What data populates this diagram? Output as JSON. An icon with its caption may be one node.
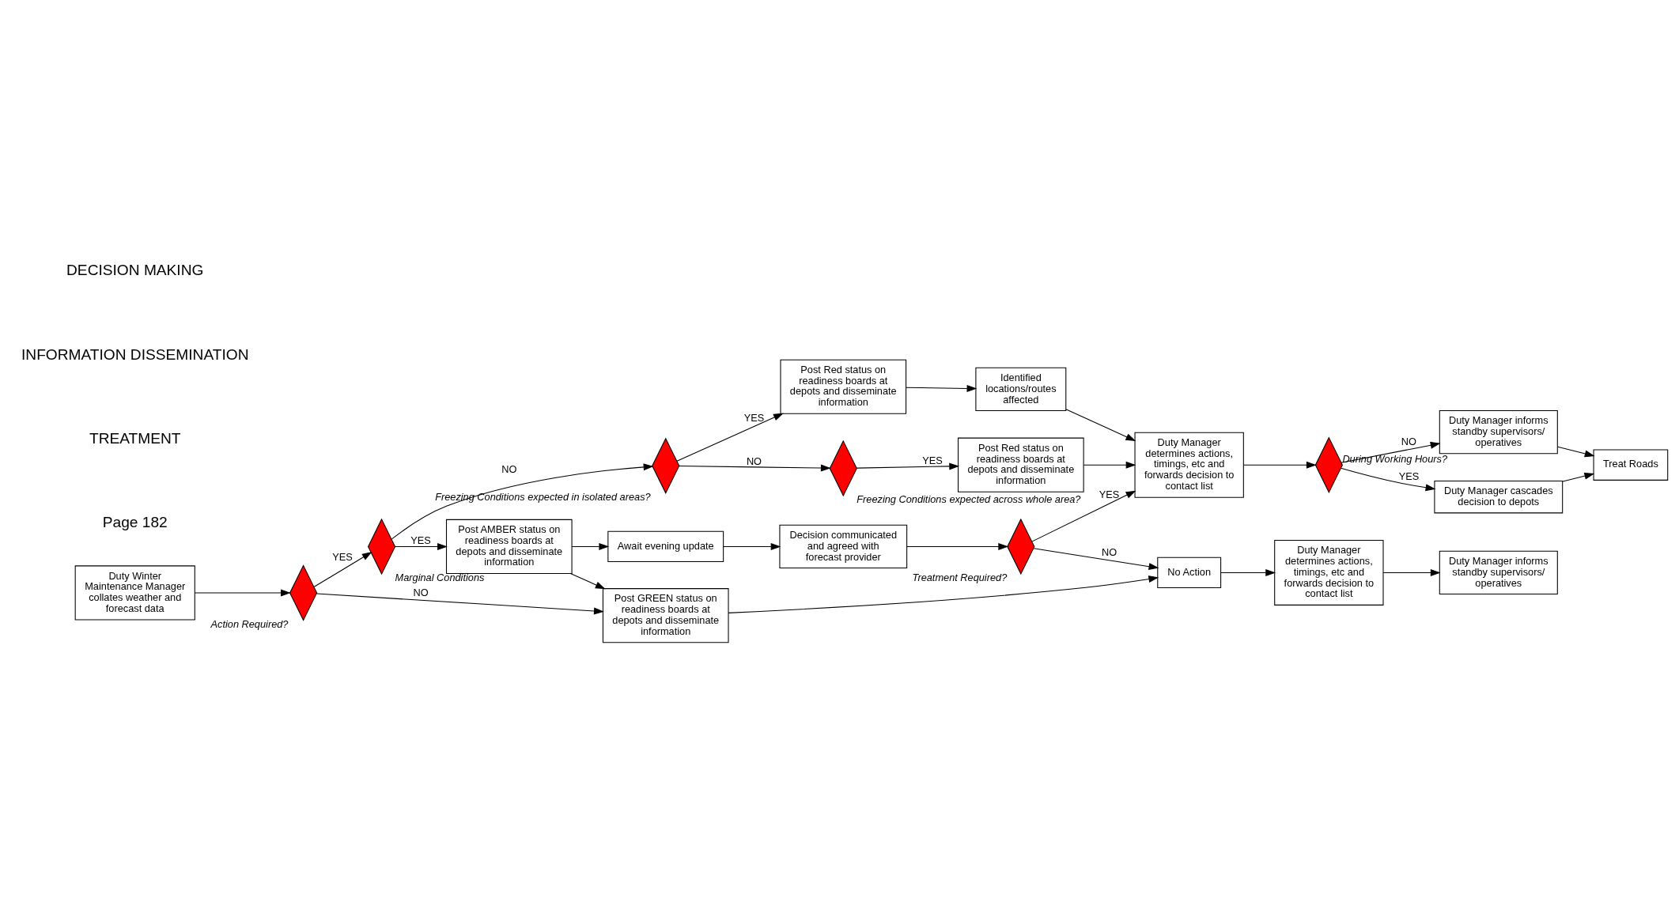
{
  "diagram": {
    "nodes": [
      {
        "text": [
          "Duty Winter Maintenance Manager collates weather and forecast data"
        ]
      },
      {
        "text": [],
        "shape": "diamond",
        "beside": [
          "Action Required?"
        ]
      },
      {
        "text": [],
        "shape": "diamond",
        "beside": [
          "Marginal Conditions"
        ]
      },
      {
        "text": [
          "Post GREEN status on readiness boards at depots and disseminate information"
        ]
      },
      {
        "text": [
          "Post AMBER status on readiness boards at depots and disseminate information"
        ]
      },
      {
        "text": [
          "Await evening update"
        ]
      },
      {
        "text": [
          "Decision communicated and agreed with forecast provider"
        ]
      },
      {
        "text": [
          "No Action"
        ]
      },
      {
        "text": [],
        "shape": "diamond",
        "beside": [
          "Treatment Required?"
        ]
      },
      {
        "text": [
          "Duty Manager determines actions, timings, etc and forwards decision to contact list"
        ]
      },
      {
        "text": [
          "Duty Manager informs standby supervisors/ operatives"
        ]
      },
      {
        "text": [
          "Duty Manager determines actions, timings, etc and forwards decision to contact list"
        ]
      },
      {
        "text": [],
        "shape": "diamond",
        "beside": [
          "During Working Hours?"
        ]
      },
      {
        "text": [
          "Duty Manager cascades decision to depots"
        ]
      },
      {
        "text": [],
        "shape": "diamond",
        "beside": [
          "Freezing Conditions expected in isolated areas?"
        ]
      },
      {
        "text": [
          "Post Red status on readiness boards at depots and disseminate information"
        ]
      },
      {
        "text": [
          "Identified locations/routes affected"
        ]
      },
      {
        "text": [
          "Duty Manager informs standby supervisors/ operatives"
        ]
      },
      {
        "text": [
          "Treat Roads"
        ]
      },
      {
        "text": [],
        "shape": "diamond",
        "beside": [
          "Freezing Conditions expected across whole area?"
        ]
      },
      {
        "text": [
          "Post Red status on readiness boards at depots and disseminate information"
        ]
      }
    ],
    "edges": [
      {
        "from": 0,
        "to": 1,
        "arrow": "to"
      },
      {
        "from": 1,
        "to": 3,
        "arrow": "to",
        "label": "NO"
      },
      {
        "from": 1,
        "to": 2,
        "arrow": "to",
        "label": "YES"
      },
      {
        "from": 2,
        "to": 4,
        "arrow": "to",
        "label": "YES"
      },
      {
        "from": 2,
        "to": 14,
        "arrow": "to",
        "label": "NO"
      },
      {
        "from": 4,
        "to": 3,
        "arrow": "to"
      },
      {
        "from": 3,
        "to": 7,
        "arrow": "to"
      },
      {
        "from": 4,
        "to": 5,
        "arrow": "to"
      },
      {
        "from": 5,
        "to": 6,
        "arrow": "to"
      },
      {
        "from": 6,
        "to": 8,
        "arrow": "to"
      },
      {
        "from": 8,
        "to": 7,
        "arrow": "to",
        "label": "NO"
      },
      {
        "from": 8,
        "to": 11,
        "arrow": "to",
        "label": "YES"
      },
      {
        "from": 7,
        "to": 9,
        "arrow": "to"
      },
      {
        "from": 9,
        "to": 10,
        "arrow": "to"
      },
      {
        "from": 11,
        "to": 12,
        "arrow": "to"
      },
      {
        "from": 12,
        "to": 13,
        "arrow": "to",
        "label": "YES"
      },
      {
        "from": 12,
        "to": 17,
        "arrow": "to",
        "label": "NO"
      },
      {
        "from": 13,
        "to": 18,
        "arrow": "to"
      },
      {
        "from": 17,
        "to": 18,
        "arrow": "to"
      },
      {
        "from": 14,
        "to": 15,
        "arrow": "to",
        "label": "YES"
      },
      {
        "from": 14,
        "to": 19,
        "arrow": "to",
        "label": "NO"
      },
      {
        "from": 15,
        "to": 16,
        "arrow": "to"
      },
      {
        "from": 16,
        "to": 11,
        "arrow": "to"
      },
      {
        "from": 19,
        "to": 20,
        "arrow": "to",
        "label": "YES"
      },
      {
        "from": 20,
        "to": 11,
        "arrow": "to"
      }
    ],
    "labels": [
      "DECISION MAKING",
      "INFORMATION DISSEMINATION",
      "TREATMENT",
      "Page 182"
    ]
  }
}
